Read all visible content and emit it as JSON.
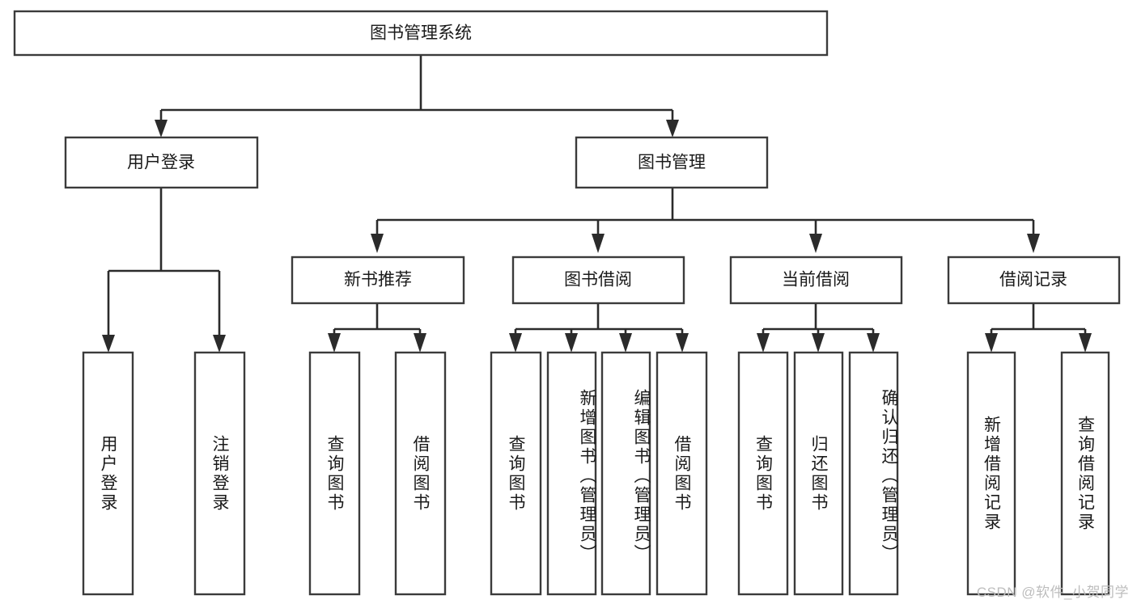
{
  "diagram": {
    "title": "图书管理系统",
    "type": "tree-hierarchy",
    "watermark": "CSDN @软件_小贺同学",
    "colors": {
      "box_stroke": "#3b3b3b",
      "connector": "#2b2b2b",
      "box_fill": "#ffffff",
      "text": "#1a1a1a",
      "watermark": "#bdbdbd"
    },
    "root": {
      "label": "图书管理系统"
    },
    "level2": [
      {
        "label": "用户登录"
      },
      {
        "label": "图书管理"
      }
    ],
    "level3": [
      {
        "label": "新书推荐"
      },
      {
        "label": "图书借阅"
      },
      {
        "label": "当前借阅"
      },
      {
        "label": "借阅记录"
      }
    ],
    "leaves": {
      "user_login": [
        {
          "label": "用户登录"
        },
        {
          "label": "注销登录"
        }
      ],
      "new_book_recommend": [
        {
          "label": "查询图书"
        },
        {
          "label": "借阅图书"
        }
      ],
      "book_borrow": [
        {
          "label": "查询图书"
        },
        {
          "label": "新增图书（管理员）"
        },
        {
          "label": "编辑图书（管理员）"
        },
        {
          "label": "借阅图书"
        }
      ],
      "current_borrow": [
        {
          "label": "查询图书"
        },
        {
          "label": "归还图书"
        },
        {
          "label": "确认归还（管理员）"
        }
      ],
      "borrow_record": [
        {
          "label": "新增借阅记录"
        },
        {
          "label": "查询借阅记录"
        }
      ]
    }
  }
}
